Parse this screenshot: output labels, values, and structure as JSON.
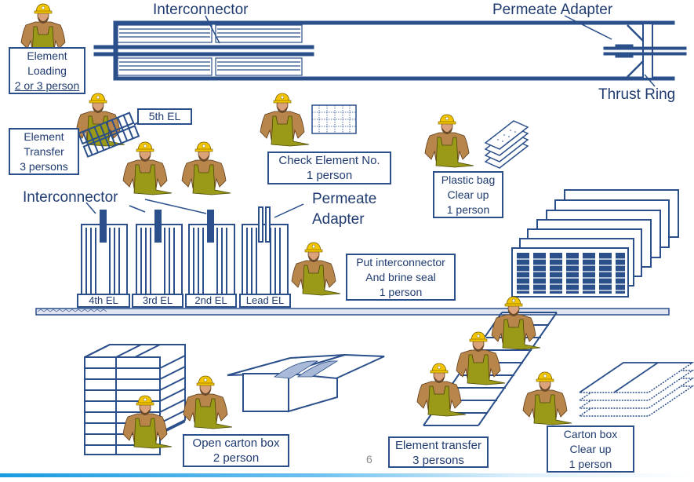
{
  "diagram": {
    "title_labels": {
      "top_interconnector": "Interconnector",
      "top_permeate_adapter": "Permeate Adapter",
      "top_thrust_ring": "Thrust Ring",
      "mid_interconnector": "Interconnector",
      "mid_permeate_adapter_line1": "Permeate",
      "mid_permeate_adapter_line2": "Adapter"
    },
    "steps": {
      "element_loading": [
        "Element",
        "Loading",
        "2 or 3 person"
      ],
      "element_transfer_top": [
        "Element",
        "Transfer",
        "3 persons"
      ],
      "fifth_el": "5th EL",
      "check_element": [
        "Check Element No.",
        "1 person"
      ],
      "plastic_bag": [
        "Plastic bag",
        "Clear up",
        "1 person"
      ],
      "put_interconnector": [
        "Put interconnector",
        "And brine seal",
        "1 person"
      ],
      "open_carton": [
        "Open carton box",
        "2 person"
      ],
      "element_transfer_bottom": [
        "Element transfer",
        "3 persons"
      ],
      "carton_clear": [
        "Carton box",
        "Clear up",
        "1 person"
      ]
    },
    "element_tags": [
      "4th EL",
      "3rd EL",
      "2nd EL",
      "Lead EL"
    ],
    "page_number": "6"
  },
  "colors": {
    "line": "#2a4f8a",
    "text": "#1f3b70",
    "hardhat": "#f2c500",
    "overalls": "#9a9a18",
    "shirt": "#b8864a",
    "skin": "#d9a27a"
  }
}
